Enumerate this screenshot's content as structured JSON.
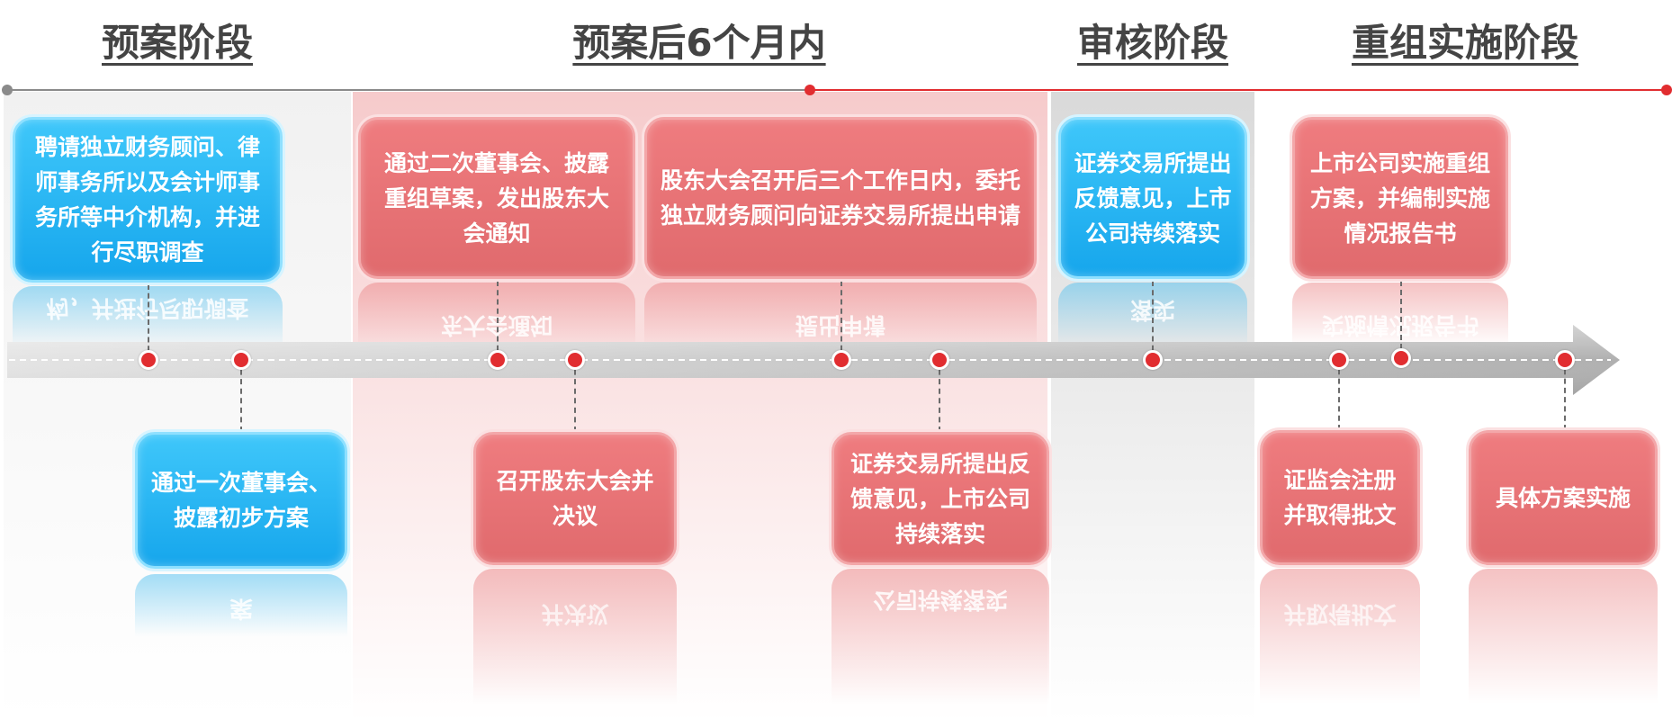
{
  "stages": [
    {
      "label": "预案阶段"
    },
    {
      "label": "预案后6个月内"
    },
    {
      "label": "审核阶段"
    },
    {
      "label": "重组实施阶段"
    }
  ],
  "colors": {
    "blue": "#1eaef0",
    "red": "#e46f72",
    "dot": "#e12d30",
    "arrow": "#c4c4c4"
  },
  "events_top": [
    {
      "text": "聘请独立财务顾问、律师事务所以及会计师事务所等中介机构，并进行尽职调查",
      "color": "blue"
    },
    {
      "text": "通过二次董事会、披露重组草案，发出股东大会通知",
      "color": "red"
    },
    {
      "text": "股东大会召开后三个工作日内，委托独立财务顾问向证券交易所提出申请",
      "color": "red"
    },
    {
      "text": "证券交易所提出反馈意见，上市公司持续落实",
      "color": "blue"
    },
    {
      "text": "上市公司实施重组方案，并编制实施情况报告书",
      "color": "red"
    }
  ],
  "events_bottom": [
    {
      "text": "通过一次董事会、披露初步方案",
      "color": "blue"
    },
    {
      "text": "召开股东大会并决议",
      "color": "red"
    },
    {
      "text": "证券交易所提出反馈意见，上市公司持续落实",
      "color": "red"
    },
    {
      "text": "证监会注册并取得批文",
      "color": "red"
    },
    {
      "text": "具体方案实施",
      "color": "red"
    }
  ],
  "reflections_top": [
    "构，并进行尽职调查",
    "东大会通知",
    "提出申请",
    "落实",
    "实施情况报告书"
  ],
  "reflections_bottom": [
    "案",
    "并决议",
    "公司持续落实",
    "并取得批文",
    ""
  ]
}
